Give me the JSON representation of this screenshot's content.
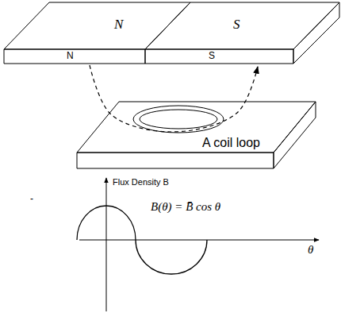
{
  "diagram": {
    "nodes": [
      {
        "text": [
          "N",
          "N"
        ]
      },
      {
        "text": [
          "S",
          "S"
        ]
      },
      {
        "text": [
          "A coil loop"
        ]
      }
    ],
    "edges": [
      {
        "from": 0,
        "to": 1,
        "arrow": "to"
      }
    ],
    "labels": [
      "Flux Density B",
      "B(θ) = B̄ cos θ",
      "θ",
      "-"
    ]
  }
}
